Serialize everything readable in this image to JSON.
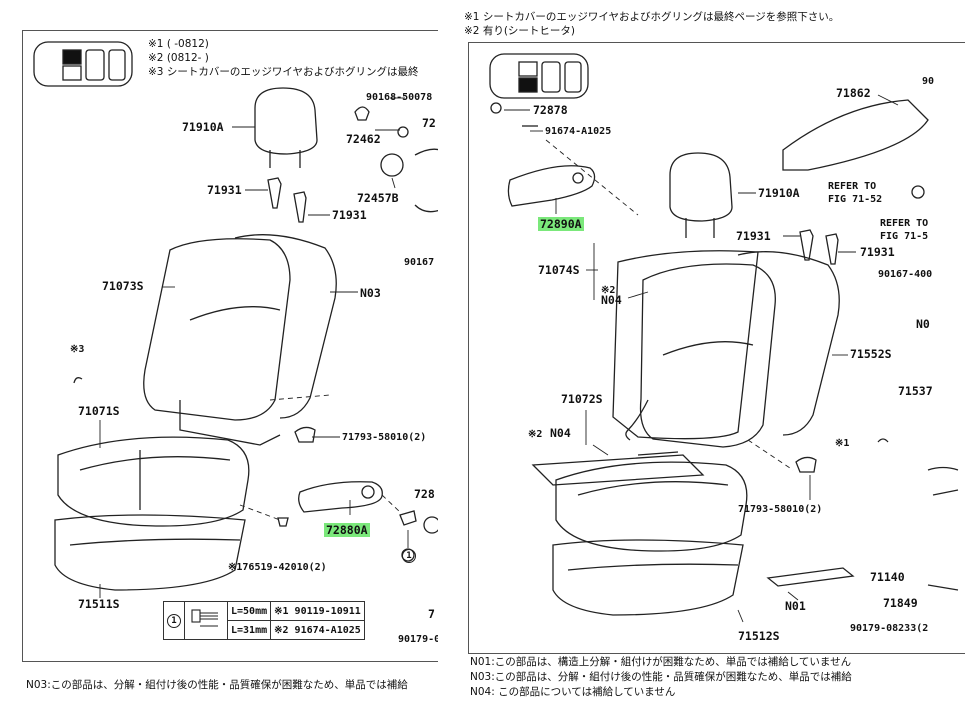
{
  "left": {
    "header_notes": [
      "※1 (      -0812)",
      "※2 (0812-      )",
      "※3 シートカバーのエッジワイヤおよびホグリングは最終"
    ],
    "labels": {
      "p71910A": "71910A",
      "p90168": "90168-50078",
      "p72462": "72462",
      "p72": "72",
      "p71931a": "71931",
      "p71931b": "71931",
      "p72457B": "72457B",
      "p90167": "90167",
      "p71073S": "71073S",
      "pN03": "N03",
      "note3": "※3",
      "p71071S": "71071S",
      "p71793": "71793-58010(2)",
      "p728": "728",
      "p72880A": "72880A",
      "p76519": "※176519-42010(2)",
      "p71511S": "71511S",
      "p7": "7",
      "p90179": "90179-0",
      "circle1": "1"
    },
    "table": {
      "circle": "1",
      "row1_len": "L=50mm",
      "row1_part": "※1 90119-10911",
      "row2_len": "L=31mm",
      "row2_part": "※2 91674-A1025"
    },
    "footer": "N03:この部品は、分解・組付け後の性能・品質確保が困難なため、単品では補給"
  },
  "right": {
    "header_notes": [
      "※1 シートカバーのエッジワイヤおよびホグリングは最終ページを参照下さい。",
      "※2 有り(シートヒータ)"
    ],
    "labels": {
      "p90": "90",
      "p71862": "71862",
      "p72878": "72878",
      "p91674": "91674-A1025",
      "p71910A": "71910A",
      "refer1a": "REFER TO",
      "refer1b": "FIG 71-52",
      "refer2a": "REFER TO",
      "refer2b": "FIG 71-5",
      "p72890A": "72890A",
      "p71931a": "71931",
      "p71931b": "71931",
      "p71074S": "71074S",
      "note2a": "※2",
      "pN04a": "N04",
      "p90167": "90167-400",
      "pN03": "N0",
      "p71552S": "71552S",
      "p71537": "71537",
      "p71072S": "71072S",
      "note2b": "※2",
      "pN04b": "N04",
      "note1": "※1",
      "p71793": "71793-58010(2)",
      "p71140": "71140",
      "p71849": "71849",
      "pN01": "N01",
      "p71512S": "71512S",
      "p90179": "90179-08233(2"
    },
    "footers": [
      "N01:この部品は、構造上分解・組付けが困難なため、単品では補給していません",
      "N03:この部品は、分解・組付け後の性能・品質確保が困難なため、単品では補給",
      "N04: この部品については補給していません"
    ]
  }
}
